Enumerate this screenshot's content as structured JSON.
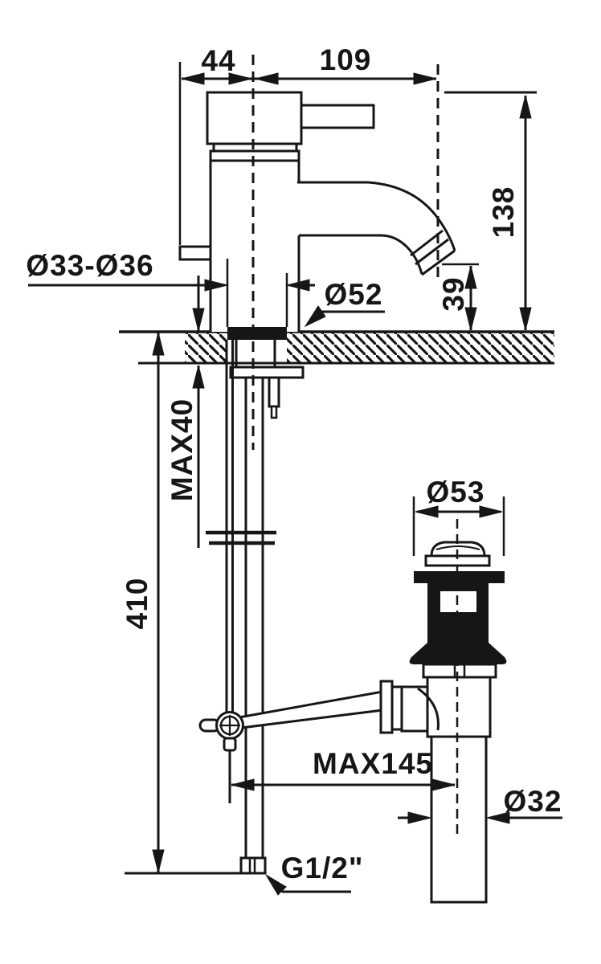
{
  "diagram": {
    "kind": "technical-drawing",
    "labels": {
      "handle_offset": "44",
      "spout_reach": "109",
      "spout_height": "138",
      "outlet_height": "39",
      "hole_diameter": "Ø33-Ø36",
      "base_diameter": "Ø52",
      "max_deck_thickness": "MAX40",
      "inlet_drop": "410",
      "waste_cap_diameter": "Ø53",
      "max_rod_reach": "MAX145",
      "waste_pipe_diameter": "Ø32",
      "thread_size": "G1/2\""
    },
    "line_color": "#161616",
    "background": "#ffffff"
  }
}
